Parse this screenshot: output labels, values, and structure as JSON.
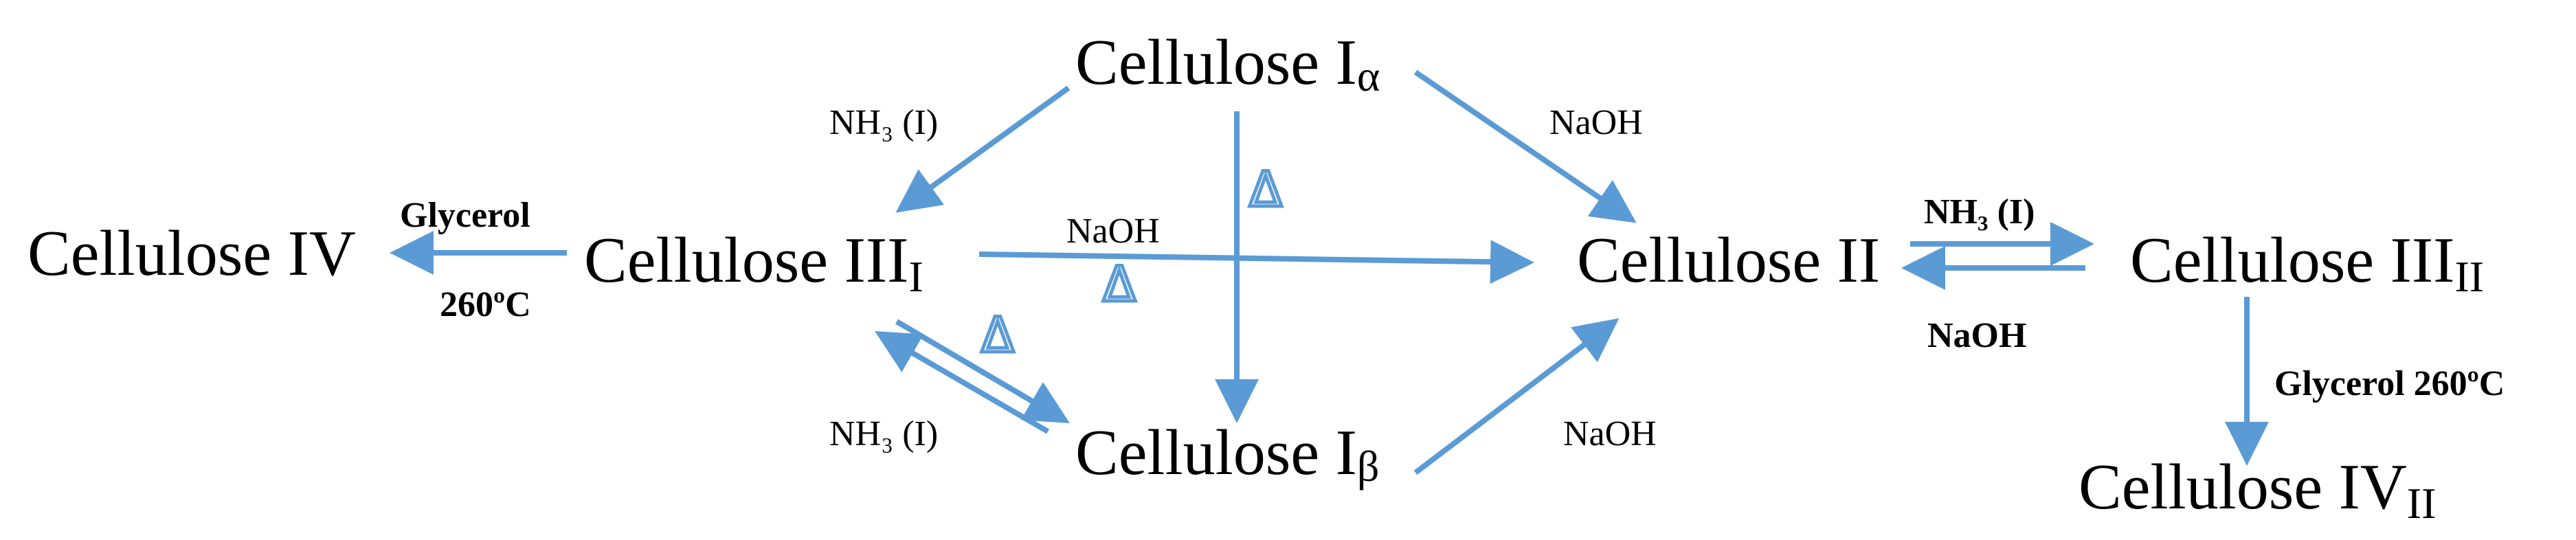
{
  "nodes": {
    "cellulose_i_alpha": {
      "base": "Cellulose I",
      "sub": "α"
    },
    "cellulose_iii_i": {
      "base": "Cellulose III",
      "sub": "I"
    },
    "cellulose_iv": {
      "base": "Cellulose IV",
      "sub": ""
    },
    "cellulose_ii": {
      "base": "Cellulose II",
      "sub": ""
    },
    "cellulose_iii_ii": {
      "base": "Cellulose III",
      "sub": "II"
    },
    "cellulose_i_beta": {
      "base": "Cellulose I",
      "sub": "β"
    },
    "cellulose_iv_ii": {
      "base": "Cellulose IV",
      "sub": "II"
    }
  },
  "labels": {
    "nh3_top": "NH₃ (I)",
    "naoh_top_right": "NaOH",
    "glycerol": "Glycerol",
    "temp_260": "260ºC",
    "naoh_middle": "NaOH",
    "nh3_bold": "NH₃ (I)",
    "naoh_bold": "NaOH",
    "nh3_bottom": "NH₃ (I)",
    "naoh_bottom_right": "NaOH",
    "glycerol_260": "Glycerol 260ºC",
    "delta": "Δ"
  },
  "colors": {
    "arrow": "#5b9bd5",
    "text": "#000000"
  }
}
